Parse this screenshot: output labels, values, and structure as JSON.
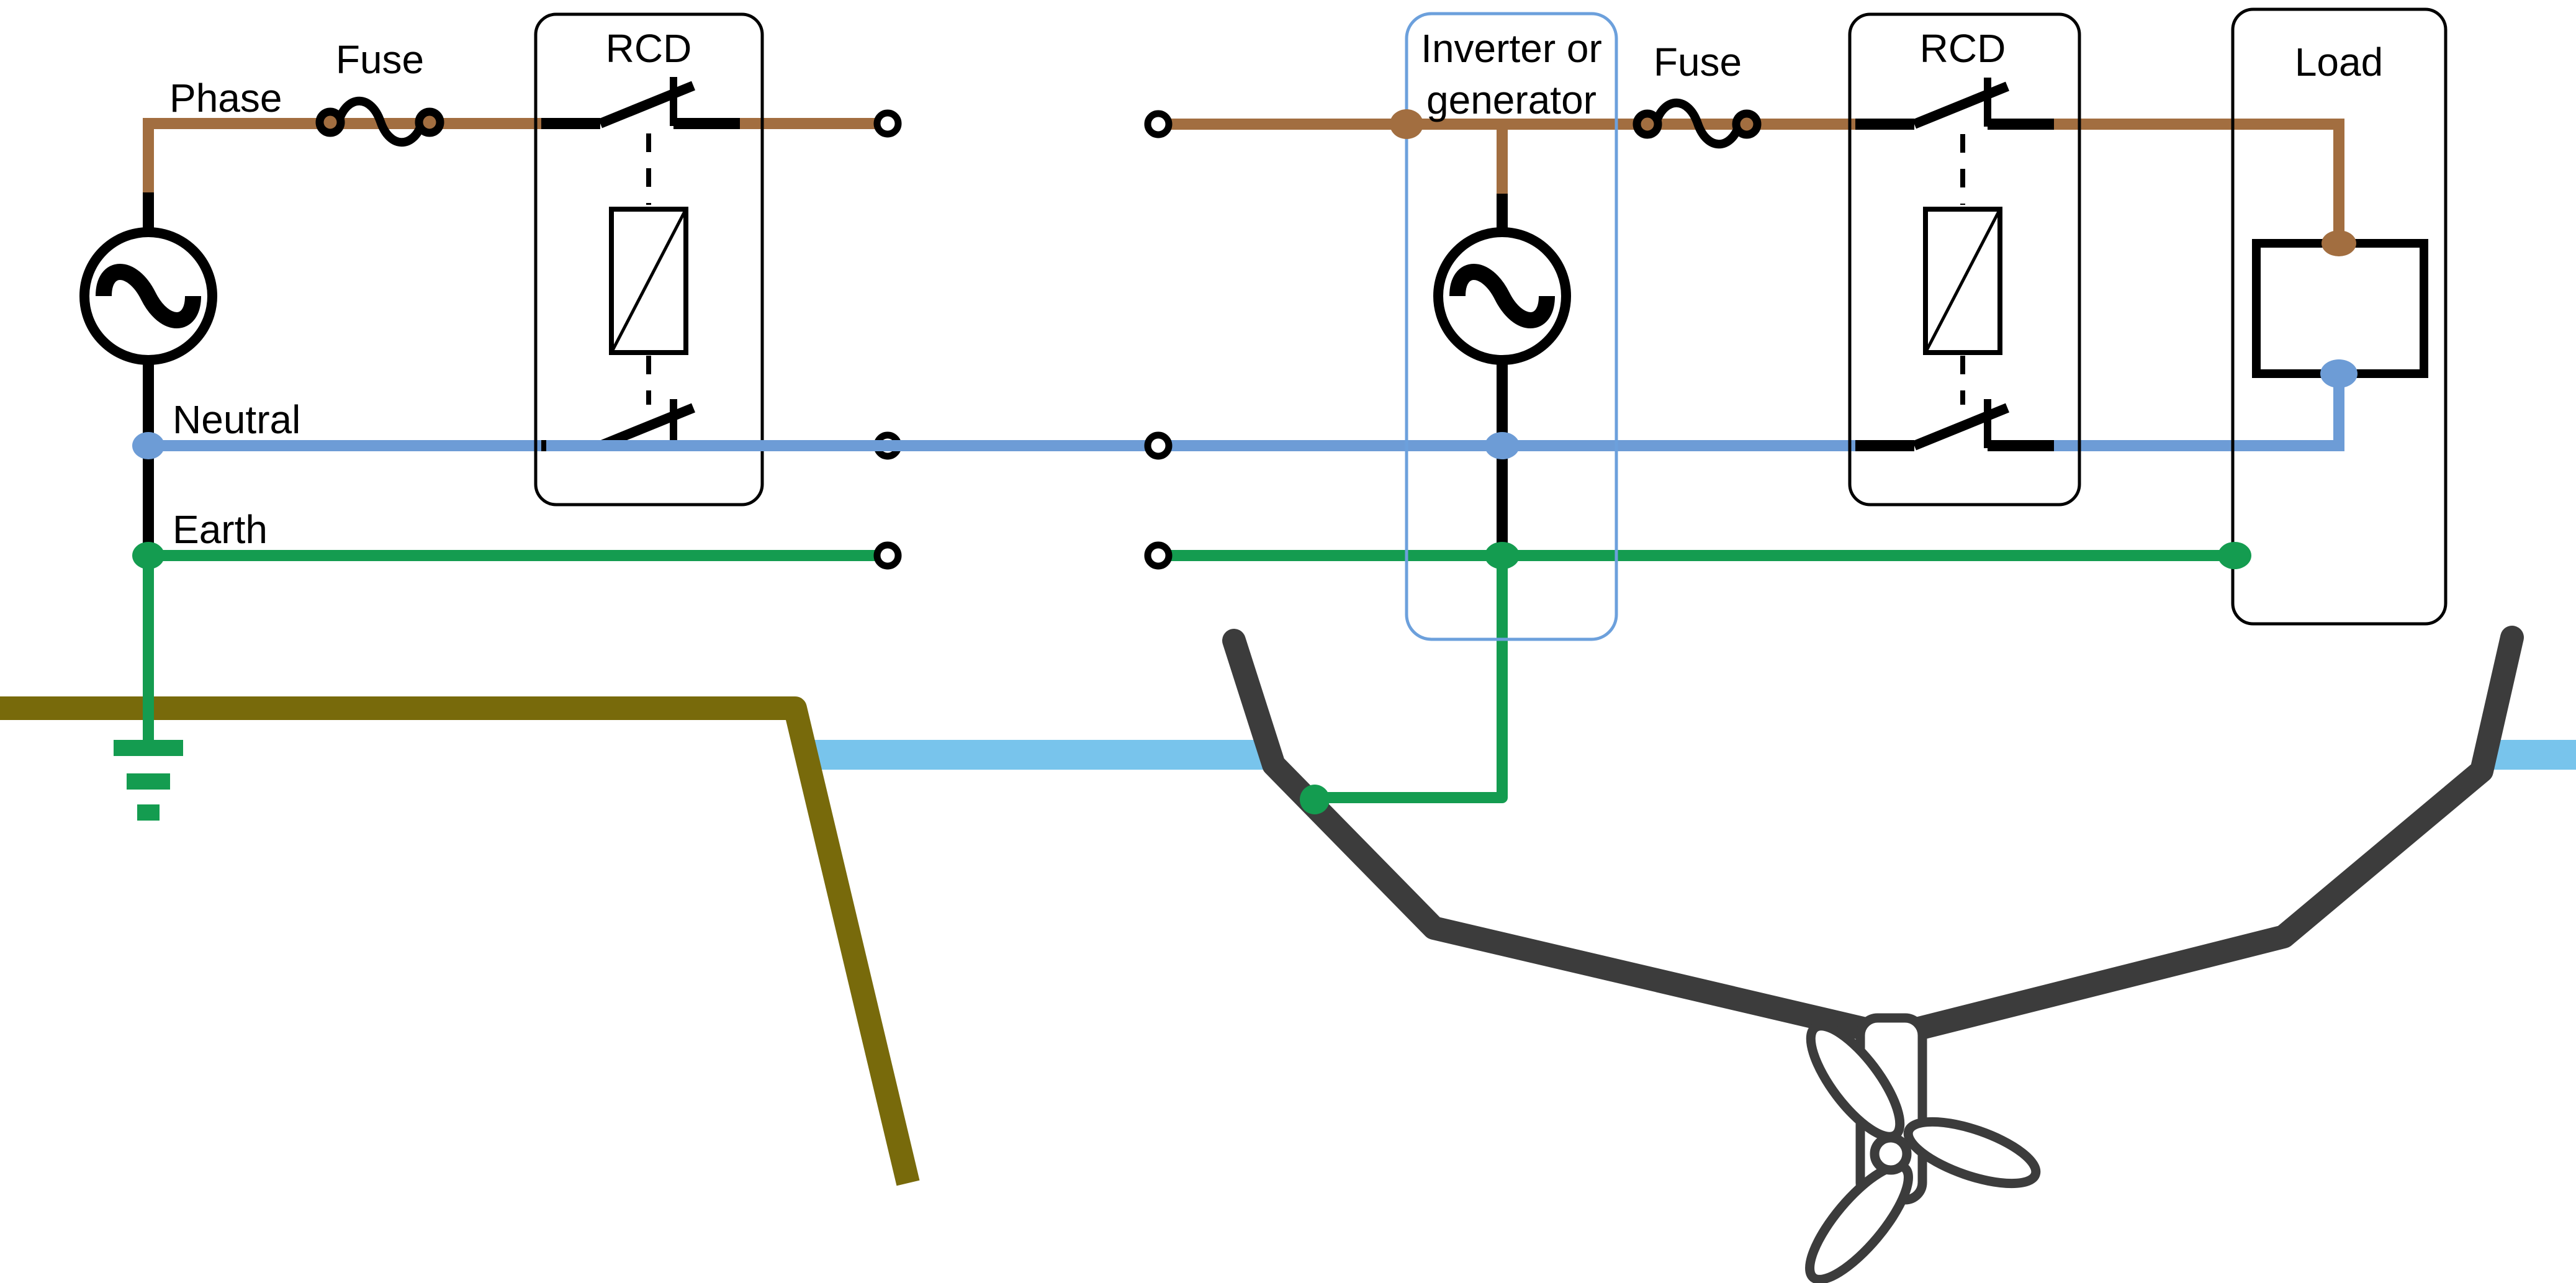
{
  "diagram": {
    "description": "Electrical earthing diagram comparing a shore mains supply with a boat inverter/generator supply, both feeding through a fuse and an RCD, with earth bonding to ground on shore and to the hull on the boat"
  },
  "left_circuit": {
    "phase_label": "Phase",
    "fuse_label": "Fuse",
    "rcd_label": "RCD",
    "neutral_label": "Neutral",
    "earth_label": "Earth"
  },
  "right_circuit": {
    "inverter_label_line1": "Inverter or",
    "inverter_label_line2": "generator",
    "fuse_label": "Fuse",
    "rcd_label": "RCD",
    "load_label": "Load"
  },
  "colors": {
    "phase_wire": "#A26E40",
    "neutral_wire": "#6D9CD6",
    "earth_wire": "#149C50",
    "black_wire": "#000000",
    "shore_ground": "#786A0B",
    "water": "#78C4EC",
    "hull": "#3C3C3C",
    "inverter_box_outline": "#6CA0DC",
    "box_outline": "#000000"
  }
}
